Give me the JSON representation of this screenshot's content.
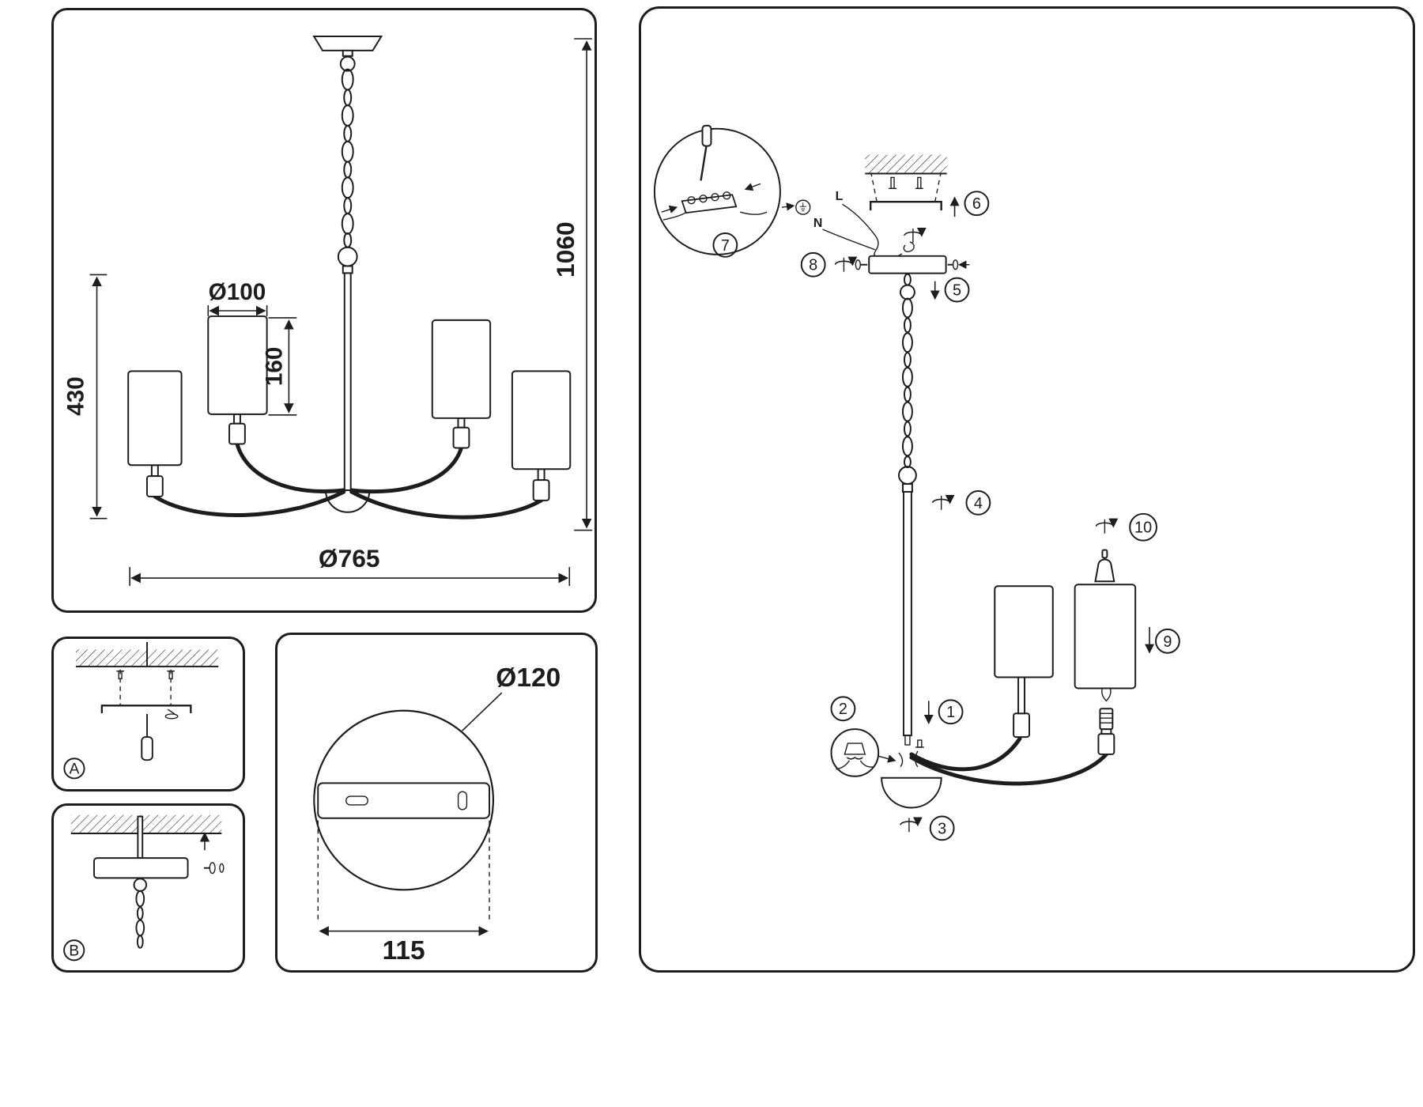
{
  "style": {
    "ink": "#1d1d1d"
  },
  "main_view": {
    "dim_shade_diameter": "Ø100",
    "dim_shade_height": "160",
    "dim_fixture_height": "430",
    "dim_overall_height": "1060",
    "dim_overall_diameter": "Ø765"
  },
  "mount_panel_a": {
    "label": "A"
  },
  "mount_panel_b": {
    "label": "B"
  },
  "bracket_view": {
    "dim_diameter": "Ø120",
    "dim_spacing": "115"
  },
  "assembly_view": {
    "wire_live": "L",
    "wire_neutral": "N",
    "steps": [
      "1",
      "2",
      "3",
      "4",
      "5",
      "6",
      "7",
      "8",
      "9",
      "10"
    ]
  }
}
